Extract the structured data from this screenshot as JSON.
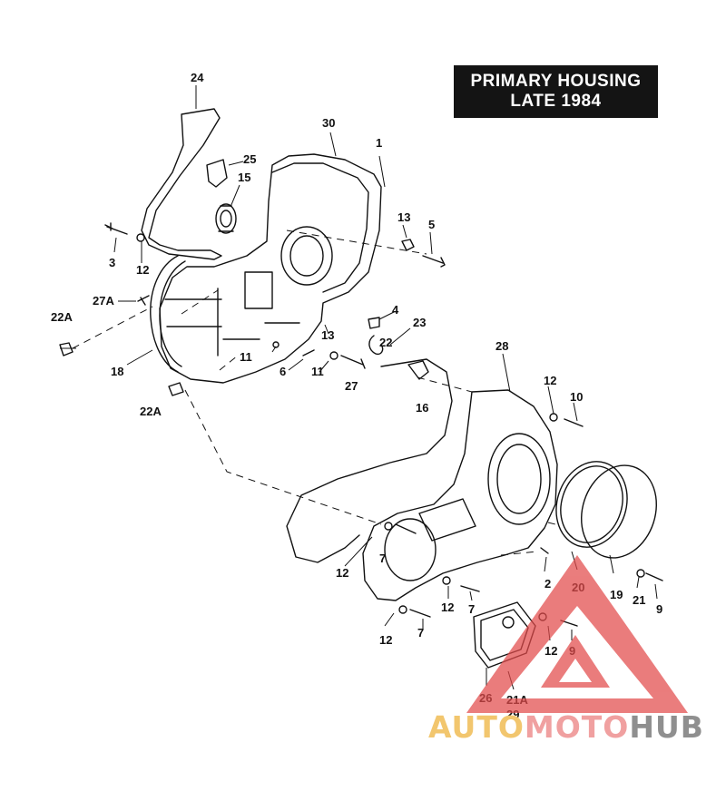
{
  "title": {
    "line1": "PRIMARY HOUSING",
    "line2": "LATE 1984"
  },
  "callouts": [
    "24",
    "25",
    "30",
    "1",
    "15",
    "13",
    "5",
    "3",
    "12",
    "27A",
    "22A",
    "4",
    "23",
    "22",
    "13",
    "11",
    "6",
    "11",
    "27",
    "18",
    "22A",
    "28",
    "16",
    "12",
    "10",
    "7",
    "12",
    "2",
    "20",
    "19",
    "21",
    "9",
    "12",
    "7",
    "12",
    "7",
    "12",
    "9",
    "26",
    "21A",
    "29"
  ],
  "watermark": {
    "part1": "AUTO",
    "part2": "MOTO",
    "part3": "HUB"
  },
  "colors": {
    "line": "#111111",
    "title_bg": "#141414",
    "wm_red": "#e24b4b",
    "wm_yellow": "#f2c66e",
    "wm_gray": "#8f8f8f"
  }
}
